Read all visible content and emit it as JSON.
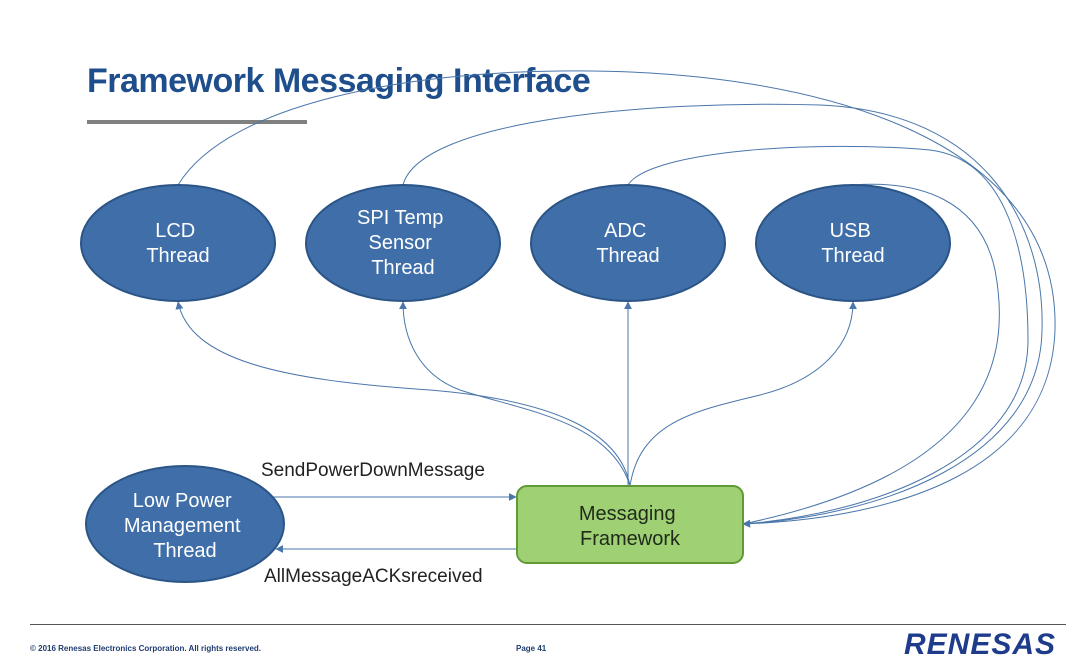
{
  "slide": {
    "title": "Framework Messaging Interface",
    "footer": {
      "copyright": "© 2016 Renesas Electronics Corporation. All rights reserved.",
      "page": "Page 41",
      "logo": "RENESAS"
    }
  },
  "diagram": {
    "colors": {
      "thread_fill": "#3f6ea8",
      "thread_stroke": "#2b5587",
      "framework_fill": "#9fd174",
      "framework_stroke": "#5f9a34",
      "edge": "#4a76ab",
      "title": "#1f4e8c"
    },
    "nodes": {
      "lcd": {
        "lines": [
          "LCD",
          "Thread"
        ]
      },
      "spi": {
        "lines": [
          "SPI Temp",
          "Sensor",
          "Thread"
        ]
      },
      "adc": {
        "lines": [
          "ADC",
          "Thread"
        ]
      },
      "usb": {
        "lines": [
          "USB",
          "Thread"
        ]
      },
      "lowpower": {
        "lines": [
          "Low Power",
          "Management",
          "Thread"
        ]
      },
      "framework": {
        "lines": [
          "Messaging",
          "Framework"
        ]
      }
    },
    "edge_labels": {
      "send": "SendPowerDownMessage",
      "ack": "AllMessageACKsreceived"
    }
  }
}
